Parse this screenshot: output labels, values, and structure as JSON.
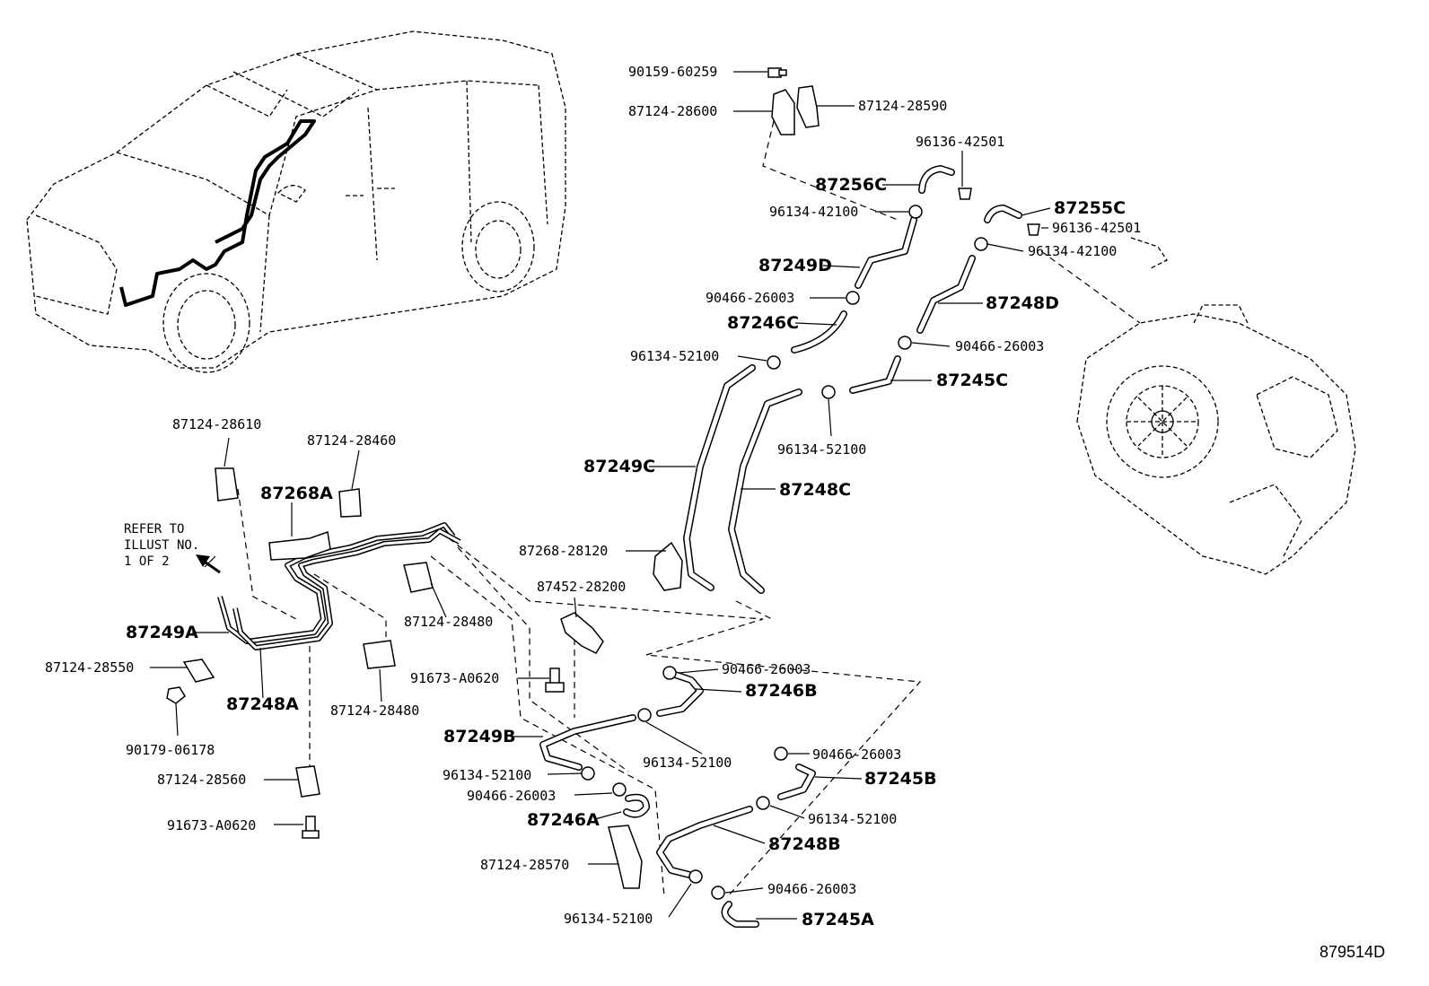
{
  "diagram_id": "879514D",
  "refer_note": [
    "REFER TO",
    "ILLUST NO.",
    "1 OF 2"
  ],
  "callouts": {
    "c_90159_60259": "90159-60259",
    "c_87124_28600": "87124-28600",
    "c_87124_28590": "87124-28590",
    "c_96136_42501_a": "96136-42501",
    "c_87256C": "87256C",
    "c_96134_42100_a": "96134-42100",
    "c_87255C": "87255C",
    "c_96136_42501_b": "96136-42501",
    "c_96134_42100_b": "96134-42100",
    "c_87249D": "87249D",
    "c_90466_26003_a": "90466-26003",
    "c_87248D": "87248D",
    "c_87246C": "87246C",
    "c_90466_26003_b": "90466-26003",
    "c_96134_52100_a": "96134-52100",
    "c_87245C": "87245C",
    "c_96134_52100_b": "96134-52100",
    "c_87124_28610": "87124-28610",
    "c_87124_28460": "87124-28460",
    "c_87268A": "87268A",
    "c_87249C": "87249C",
    "c_87248C": "87248C",
    "c_87268_28120": "87268-28120",
    "c_87452_28200": "87452-28200",
    "c_87124_28480_a": "87124-28480",
    "c_87249A": "87249A",
    "c_87124_28550": "87124-28550",
    "c_91673_A0620_a": "91673-A0620",
    "c_90466_26003_c": "90466-26003",
    "c_87248A": "87248A",
    "c_87124_28480_b": "87124-28480",
    "c_87246B": "87246B",
    "c_90179_06178": "90179-06178",
    "c_87249B": "87249B",
    "c_96134_52100_c": "96134-52100",
    "c_90466_26003_d": "90466-26003",
    "c_87124_28560": "87124-28560",
    "c_96134_52100_d": "96134-52100",
    "c_87245B": "87245B",
    "c_90466_26003_e": "90466-26003",
    "c_87246A": "87246A",
    "c_96134_52100_e": "96134-52100",
    "c_91673_A0620_b": "91673-A0620",
    "c_87248B": "87248B",
    "c_87124_28570": "87124-28570",
    "c_90466_26003_f": "90466-26003",
    "c_96134_52100_f": "96134-52100",
    "c_87245A": "87245A"
  }
}
